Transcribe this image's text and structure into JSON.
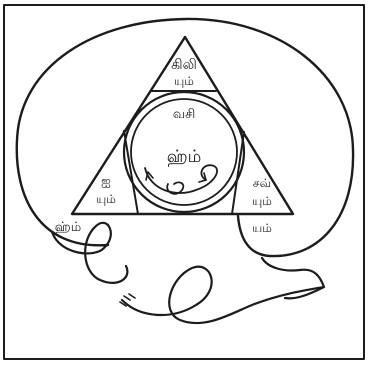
{
  "diagram": {
    "top_triangle": {
      "line1": "கிலி",
      "line2": "யும்"
    },
    "circle_top": "வசி",
    "circle_center": "ஹ்ம்",
    "left_triangle": {
      "line1": "ஐ",
      "line2": "யும்"
    },
    "right_triangle": {
      "line1": "சவ்",
      "line2": "யும்"
    },
    "right_bottom": "யம்",
    "tail_label": "ஹ்ம்"
  }
}
